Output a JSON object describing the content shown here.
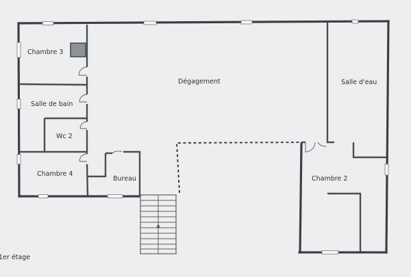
{
  "rooms": {
    "chambre3": "Chambre 3",
    "salle_de_bain": "Salle de bain",
    "wc2": "Wc 2",
    "chambre4": "Chambre 4",
    "bureau": "Bureau",
    "degagement": "Dégagement",
    "salle_deau": "Salle d'eau",
    "chambre2": "Chambre 2"
  },
  "caption": "1er étage"
}
